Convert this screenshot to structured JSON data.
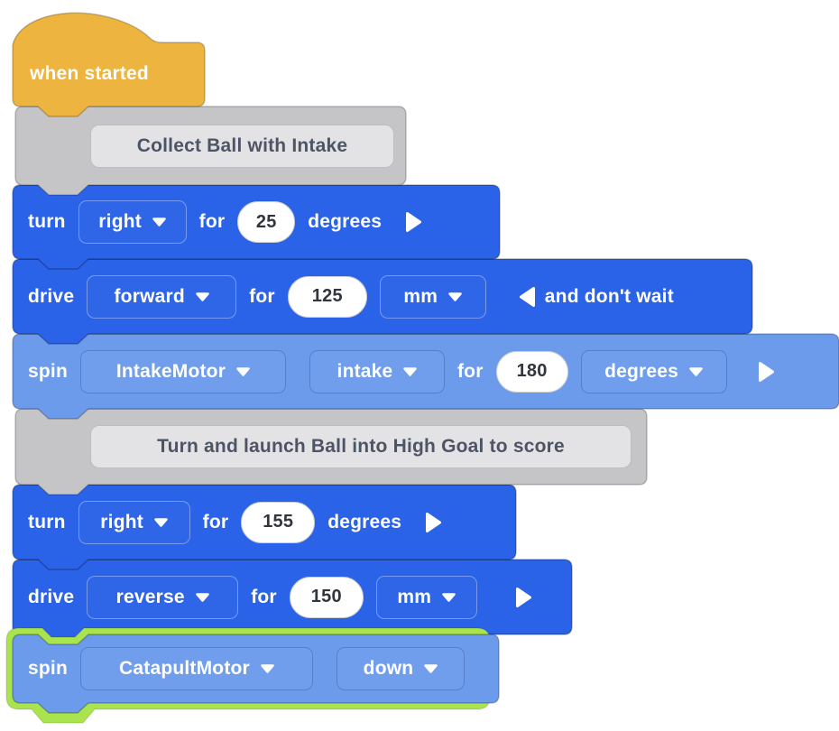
{
  "colors": {
    "command_blue": "#2B63E8",
    "motor_blue": "#6D9BEC",
    "comment_gray": "#C5C5C7",
    "hat_orange": "#EDB43F",
    "highlight_green": "#A9E44F"
  },
  "blocks": {
    "hat": {
      "label": "when started"
    },
    "comment1": {
      "text": "Collect Ball with Intake"
    },
    "turn1": {
      "verb": "turn",
      "direction": "right",
      "for": "for",
      "value": "25",
      "unit": "degrees"
    },
    "drive1": {
      "verb": "drive",
      "direction": "forward",
      "for": "for",
      "value": "125",
      "unit": "mm",
      "tail": "and don't wait"
    },
    "spin1": {
      "verb": "spin",
      "motor": "IntakeMotor",
      "direction": "intake",
      "for": "for",
      "value": "180",
      "unit": "degrees"
    },
    "comment2": {
      "text": "Turn and launch Ball into High Goal to score"
    },
    "turn2": {
      "verb": "turn",
      "direction": "right",
      "for": "for",
      "value": "155",
      "unit": "degrees"
    },
    "drive2": {
      "verb": "drive",
      "direction": "reverse",
      "for": "for",
      "value": "150",
      "unit": "mm"
    },
    "spin2": {
      "verb": "spin",
      "motor": "CatapultMotor",
      "direction": "down"
    }
  }
}
